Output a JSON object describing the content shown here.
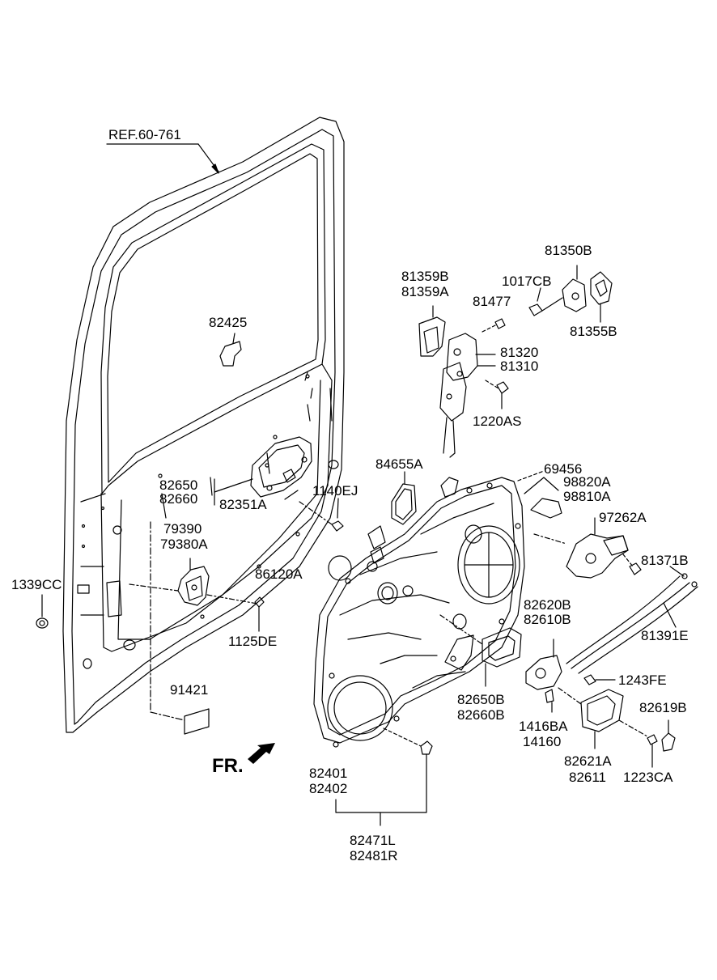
{
  "diagram": {
    "reference": "REF.60-761",
    "direction_label": "FR.",
    "part_numbers": {
      "p82425": "82425",
      "p81359B": "81359B",
      "p81359A": "81359A",
      "p81350B": "81350B",
      "p1017CB": "1017CB",
      "p81477": "81477",
      "p81355B": "81355B",
      "p81320": "81320",
      "p81310": "81310",
      "p1220AS": "1220AS",
      "p84655A": "84655A",
      "p69456": "69456",
      "p98820A": "98820A",
      "p98810A": "98810A",
      "p82650": "82650",
      "p82660": "82660",
      "p1140EJ": "1140EJ",
      "p82351A": "82351A",
      "p97262A": "97262A",
      "p79390": "79390",
      "p79380A": "79380A",
      "p81371B": "81371B",
      "p86120A": "86120A",
      "p1339CC": "1339CC",
      "p82620B": "82620B",
      "p82610B": "82610B",
      "p1125DE": "1125DE",
      "p81391E": "81391E",
      "p1243FE": "1243FE",
      "p91421": "91421",
      "p82650B": "82650B",
      "p82660B": "82660B",
      "p82619B": "82619B",
      "p1416BA": "1416BA",
      "p14160": "14160",
      "p82621A": "82621A",
      "p82611": "82611",
      "p1223CA": "1223CA",
      "p82401": "82401",
      "p82402": "82402",
      "p82471L": "82471L",
      "p82481R": "82481R"
    }
  }
}
